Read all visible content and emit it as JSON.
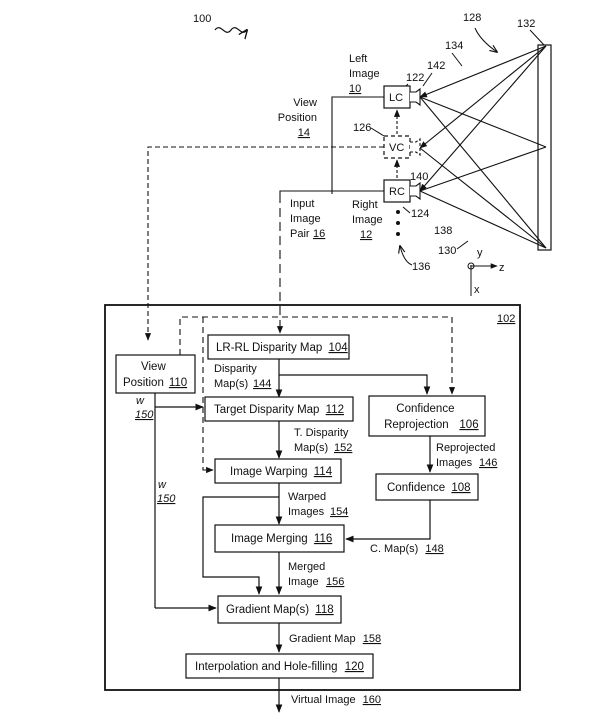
{
  "figure_number": "100",
  "camera": {
    "lc": "LC",
    "vc": "VC",
    "rc": "RC",
    "left_image": [
      "Left",
      "Image"
    ],
    "left_image_num": "10",
    "right_image": [
      "Right",
      "Image"
    ],
    "right_image_num": "12",
    "view_position": [
      "View",
      "Position"
    ],
    "view_position_num": "14",
    "input_image_pair": [
      "Input",
      "Image",
      "Pair"
    ],
    "input_image_pair_num": "16",
    "refs": {
      "r128": "128",
      "r132": "132",
      "r134": "134",
      "r142": "142",
      "r122": "122",
      "r126": "126",
      "r140": "140",
      "r124": "124",
      "r138": "138",
      "r130": "130",
      "r136": "136"
    },
    "axes": {
      "y": "y",
      "z": "z",
      "x": "x"
    }
  },
  "system": {
    "ref": "102",
    "blocks": {
      "view_position": [
        "View",
        "Position"
      ],
      "view_position_num": "110",
      "lr_rl": "LR-RL Disparity Map",
      "lr_rl_num": "104",
      "target_disparity": "Target Disparity Map",
      "target_disparity_num": "112",
      "confidence_reprojection": [
        "Confidence",
        "Reprojection"
      ],
      "confidence_reprojection_num": "106",
      "image_warping": "Image Warping",
      "image_warping_num": "114",
      "confidence": "Confidence",
      "confidence_num": "108",
      "image_merging": "Image Merging",
      "image_merging_num": "116",
      "gradient_maps": "Gradient Map(s)",
      "gradient_maps_num": "118",
      "interpolation": "Interpolation and Hole-filling",
      "interpolation_num": "120"
    },
    "signals": {
      "disparity_maps": [
        "Disparity",
        "Map(s)"
      ],
      "disparity_maps_num": "144",
      "t_disparity": [
        "T. Disparity",
        "Map(s)"
      ],
      "t_disparity_num": "152",
      "reprojected": [
        "Reprojected",
        "Images"
      ],
      "reprojected_num": "146",
      "warped": [
        "Warped",
        "Images"
      ],
      "warped_num": "154",
      "c_maps": "C. Map(s)",
      "c_maps_num": "148",
      "merged": [
        "Merged",
        "Image"
      ],
      "merged_num": "156",
      "gradient_map": "Gradient Map",
      "gradient_map_num": "158",
      "virtual_image": "Virtual Image",
      "virtual_image_num": "160",
      "w": "w",
      "w_num": "150"
    }
  }
}
